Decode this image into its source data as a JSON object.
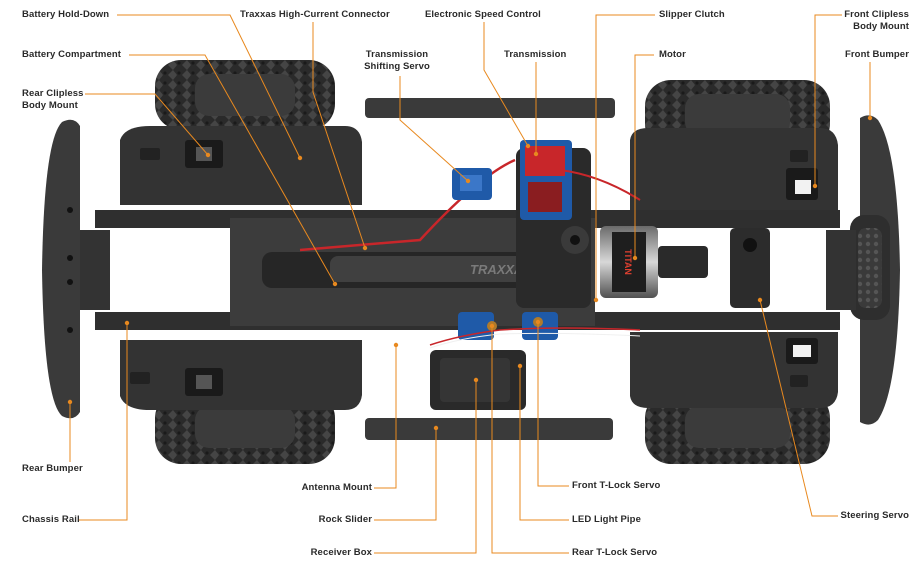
{
  "labels": {
    "battery_hold_down": "Battery Hold-Down",
    "traxxas_high_current_connector": "Traxxas High-Current Connector",
    "electronic_speed_control": "Electronic Speed Control",
    "slipper_clutch": "Slipper Clutch",
    "front_clipless_body_mount_1": "Front Clipless",
    "front_clipless_body_mount_2": "Body Mount",
    "battery_compartment": "Battery Compartment",
    "transmission_shifting_servo_1": "Transmission",
    "transmission_shifting_servo_2": "Shifting Servo",
    "transmission": "Transmission",
    "motor": "Motor",
    "front_bumper": "Front Bumper",
    "rear_clipless_body_mount_1": "Rear Clipless",
    "rear_clipless_body_mount_2": "Body Mount",
    "rear_bumper": "Rear Bumper",
    "chassis_rail": "Chassis Rail",
    "antenna_mount": "Antenna Mount",
    "rock_slider": "Rock Slider",
    "receiver_box": "Receiver Box",
    "front_t_lock_servo": "Front T-Lock Servo",
    "led_light_pipe": "LED Light Pipe",
    "rear_t_lock_servo": "Rear T-Lock Servo",
    "steering_servo": "Steering Servo"
  },
  "decals": {
    "chassis_brand": "TRAXXAS",
    "motor_brand": "TITAN"
  },
  "colors": {
    "leader": "#e8891f",
    "label_text": "#2a2a2a",
    "chassis": "#2b2b2b",
    "esc_red": "#c8262a",
    "servo_blue": "#1f5aa8"
  }
}
